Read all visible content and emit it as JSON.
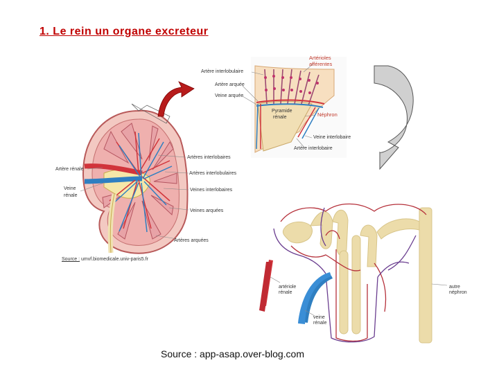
{
  "title": "1. Le rein un organe excreteur",
  "source_main": "Source : app-asap.over-blog.com",
  "source_small": {
    "prefix": "Source :",
    "text": " umvf.biomedicale.univ-paris5.fr"
  },
  "kidney_labels": {
    "arteres_interlobaires_1": "Artères interlobaires",
    "artere_renale": "Artère rénale",
    "arteres_interlobulaires": "Artères interlobulaires",
    "veine_renale_1": "Veine",
    "veine_renale_2": "rénale",
    "veines_interlobaires": "Veines interlobaires",
    "veines_arquees": "Veines arquées",
    "arteres_arquees": "Artères arquées"
  },
  "pyramid_labels": {
    "arteriole_aff_1": "Artérioles",
    "arteriole_aff_2": "afférentes",
    "artere_interlobulaire": "Artère interlobulaire",
    "artere_arquee": "Artère arquée",
    "veine_arquee": "Veine arquée",
    "pyramide_1": "Pyramide",
    "pyramide_2": "rénale",
    "nephron": "Néphron",
    "veine_interlobaire": "Veine interlobaire",
    "artere_interlobaire": "Artère interlobaire"
  },
  "nephron_labels": {
    "arteriole_renale_1": "artériole",
    "arteriole_renale_2": "rénale",
    "veine_renale_1": "veine",
    "veine_renale_2": "rénale",
    "autre_nephron_1": "autre",
    "autre_nephron_2": "néphron"
  },
  "colors": {
    "title": "#c00000",
    "artery": "#d1343b",
    "vein": "#2f7fc1",
    "tubule": "#e9d9a6",
    "capillary_red": "#b5303a",
    "capillary_purple": "#6a3d8f",
    "arrow_red": "#b71c1c",
    "arrow_gray": "#d0d0d0"
  }
}
